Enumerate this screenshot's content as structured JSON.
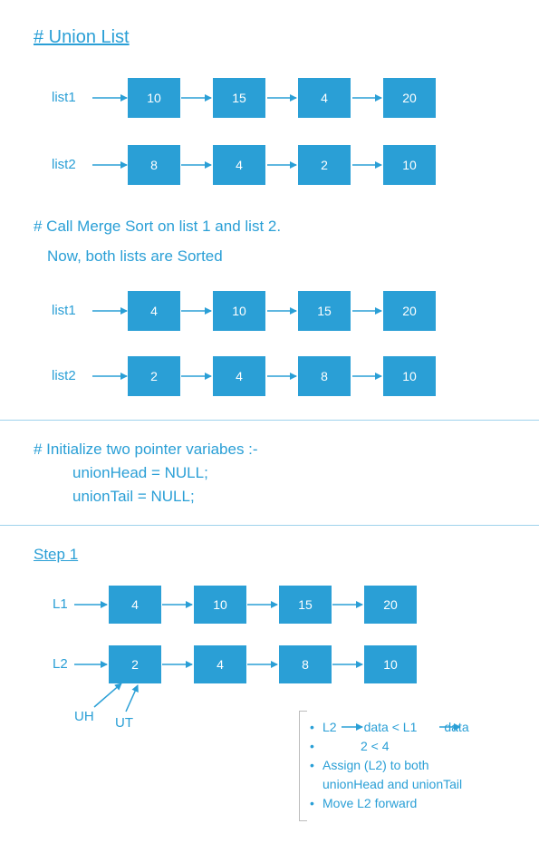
{
  "title": "# Union List",
  "section1": {
    "list1": {
      "label": "list1",
      "nodes": [
        "10",
        "15",
        "4",
        "20"
      ]
    },
    "list2": {
      "label": "list2",
      "nodes": [
        "8",
        "4",
        "2",
        "10"
      ]
    }
  },
  "section2": {
    "line1": "# Call Merge Sort on list 1 and list 2.",
    "line2": "Now, both lists are Sorted",
    "list1": {
      "label": "list1",
      "nodes": [
        "4",
        "10",
        "15",
        "20"
      ]
    },
    "list2": {
      "label": "list2",
      "nodes": [
        "2",
        "4",
        "8",
        "10"
      ]
    }
  },
  "section3": {
    "line1": "# Initialize two pointer variabes :-",
    "line2": "unionHead = NULL;",
    "line3": "unionTail = NULL;"
  },
  "step1": {
    "title": "Step 1",
    "L1": {
      "label": "L1",
      "nodes": [
        "4",
        "10",
        "15",
        "20"
      ]
    },
    "L2": {
      "label": "L2",
      "nodes": [
        "2",
        "4",
        "8",
        "10"
      ]
    },
    "pointers": {
      "uh": "UH",
      "ut": "UT"
    },
    "notes": {
      "n1_bullet": "•",
      "n1_a": "L2",
      "n1_b": "data < L1",
      "n1_c": "data",
      "n2_bullet": "•",
      "n2": "2  <  4",
      "n3_bullet": "•",
      "n3": "Assign (L2) to both",
      "n4": "unionHead and unionTail",
      "n5_bullet": "•",
      "n5": "Move L2 forward"
    }
  },
  "colors": {
    "accent": "#2a9fd6",
    "bracket": "#bcbcbc",
    "divider": "#9fd3ec"
  }
}
